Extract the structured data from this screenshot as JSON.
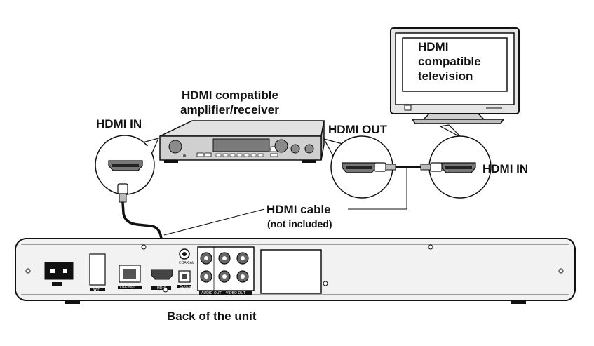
{
  "labels": {
    "amplifier": [
      "HDMI compatible",
      "amplifier/receiver"
    ],
    "hdmi_in_left": "HDMI IN",
    "hdmi_out": "HDMI OUT",
    "hdmi_in_right": "HDMI IN",
    "television": [
      "HDMI",
      "compatible",
      "television"
    ],
    "cable": "HDMI cable",
    "cable_note": "(not included)",
    "caption": "Back of the unit"
  },
  "panel_labels": {
    "wifi": "WiFi",
    "ethernet": "ETHERNET",
    "hdmi": "HDMI",
    "optical": "Optical",
    "coaxial": "COAXIAL",
    "audio_out": "AUDIO OUT",
    "video_out": "VIDEO OUT"
  },
  "colors": {
    "line": "#111111",
    "device_fill": "#d8d8d8",
    "panel_fill": "#f2f2f2",
    "background": "#ffffff"
  }
}
